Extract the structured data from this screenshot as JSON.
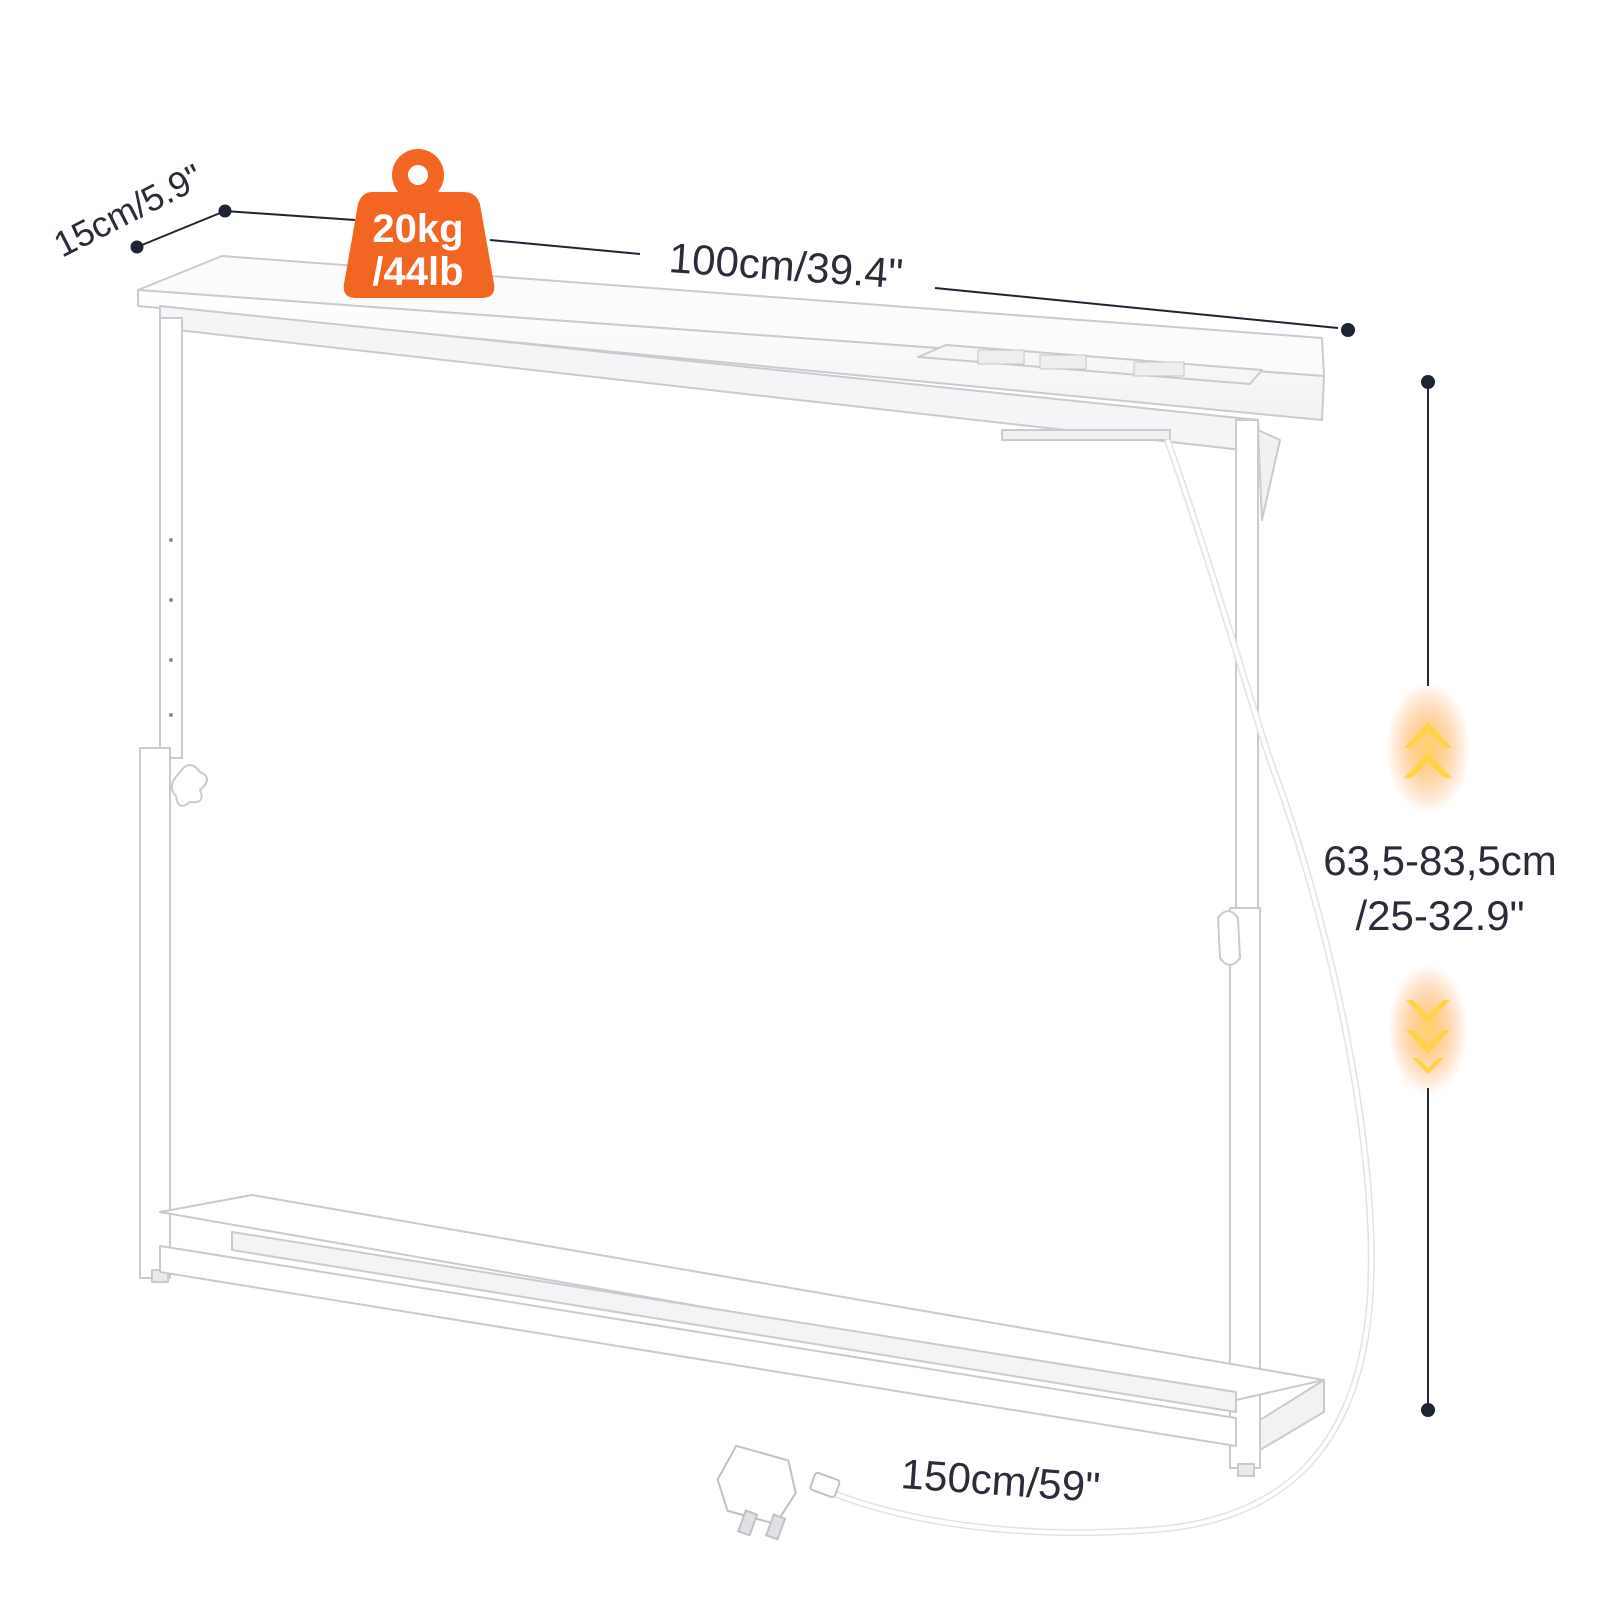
{
  "dimensions": {
    "depth": "15cm/5.9\"",
    "width": "100cm/39.4\"",
    "height_cm": "63,5-83,5cm",
    "height_in": "/25-32.9\"",
    "cable": "150cm/59\""
  },
  "load_badge": {
    "line1": "20kg",
    "line2": "/44lb",
    "color": "#f26522"
  },
  "colors": {
    "dimension_line": "#1f2433",
    "frame": "#ffffff",
    "frame_shade": "#e9eaec",
    "arrow_glow": "#ffb347",
    "arrow_core": "#ffd24a"
  },
  "icons": {
    "weight": "kettlebell-weight-icon",
    "up_arrows": "double-chevron-up-icon",
    "down_arrows": "double-chevron-down-icon",
    "plug": "uk-plug-icon"
  }
}
